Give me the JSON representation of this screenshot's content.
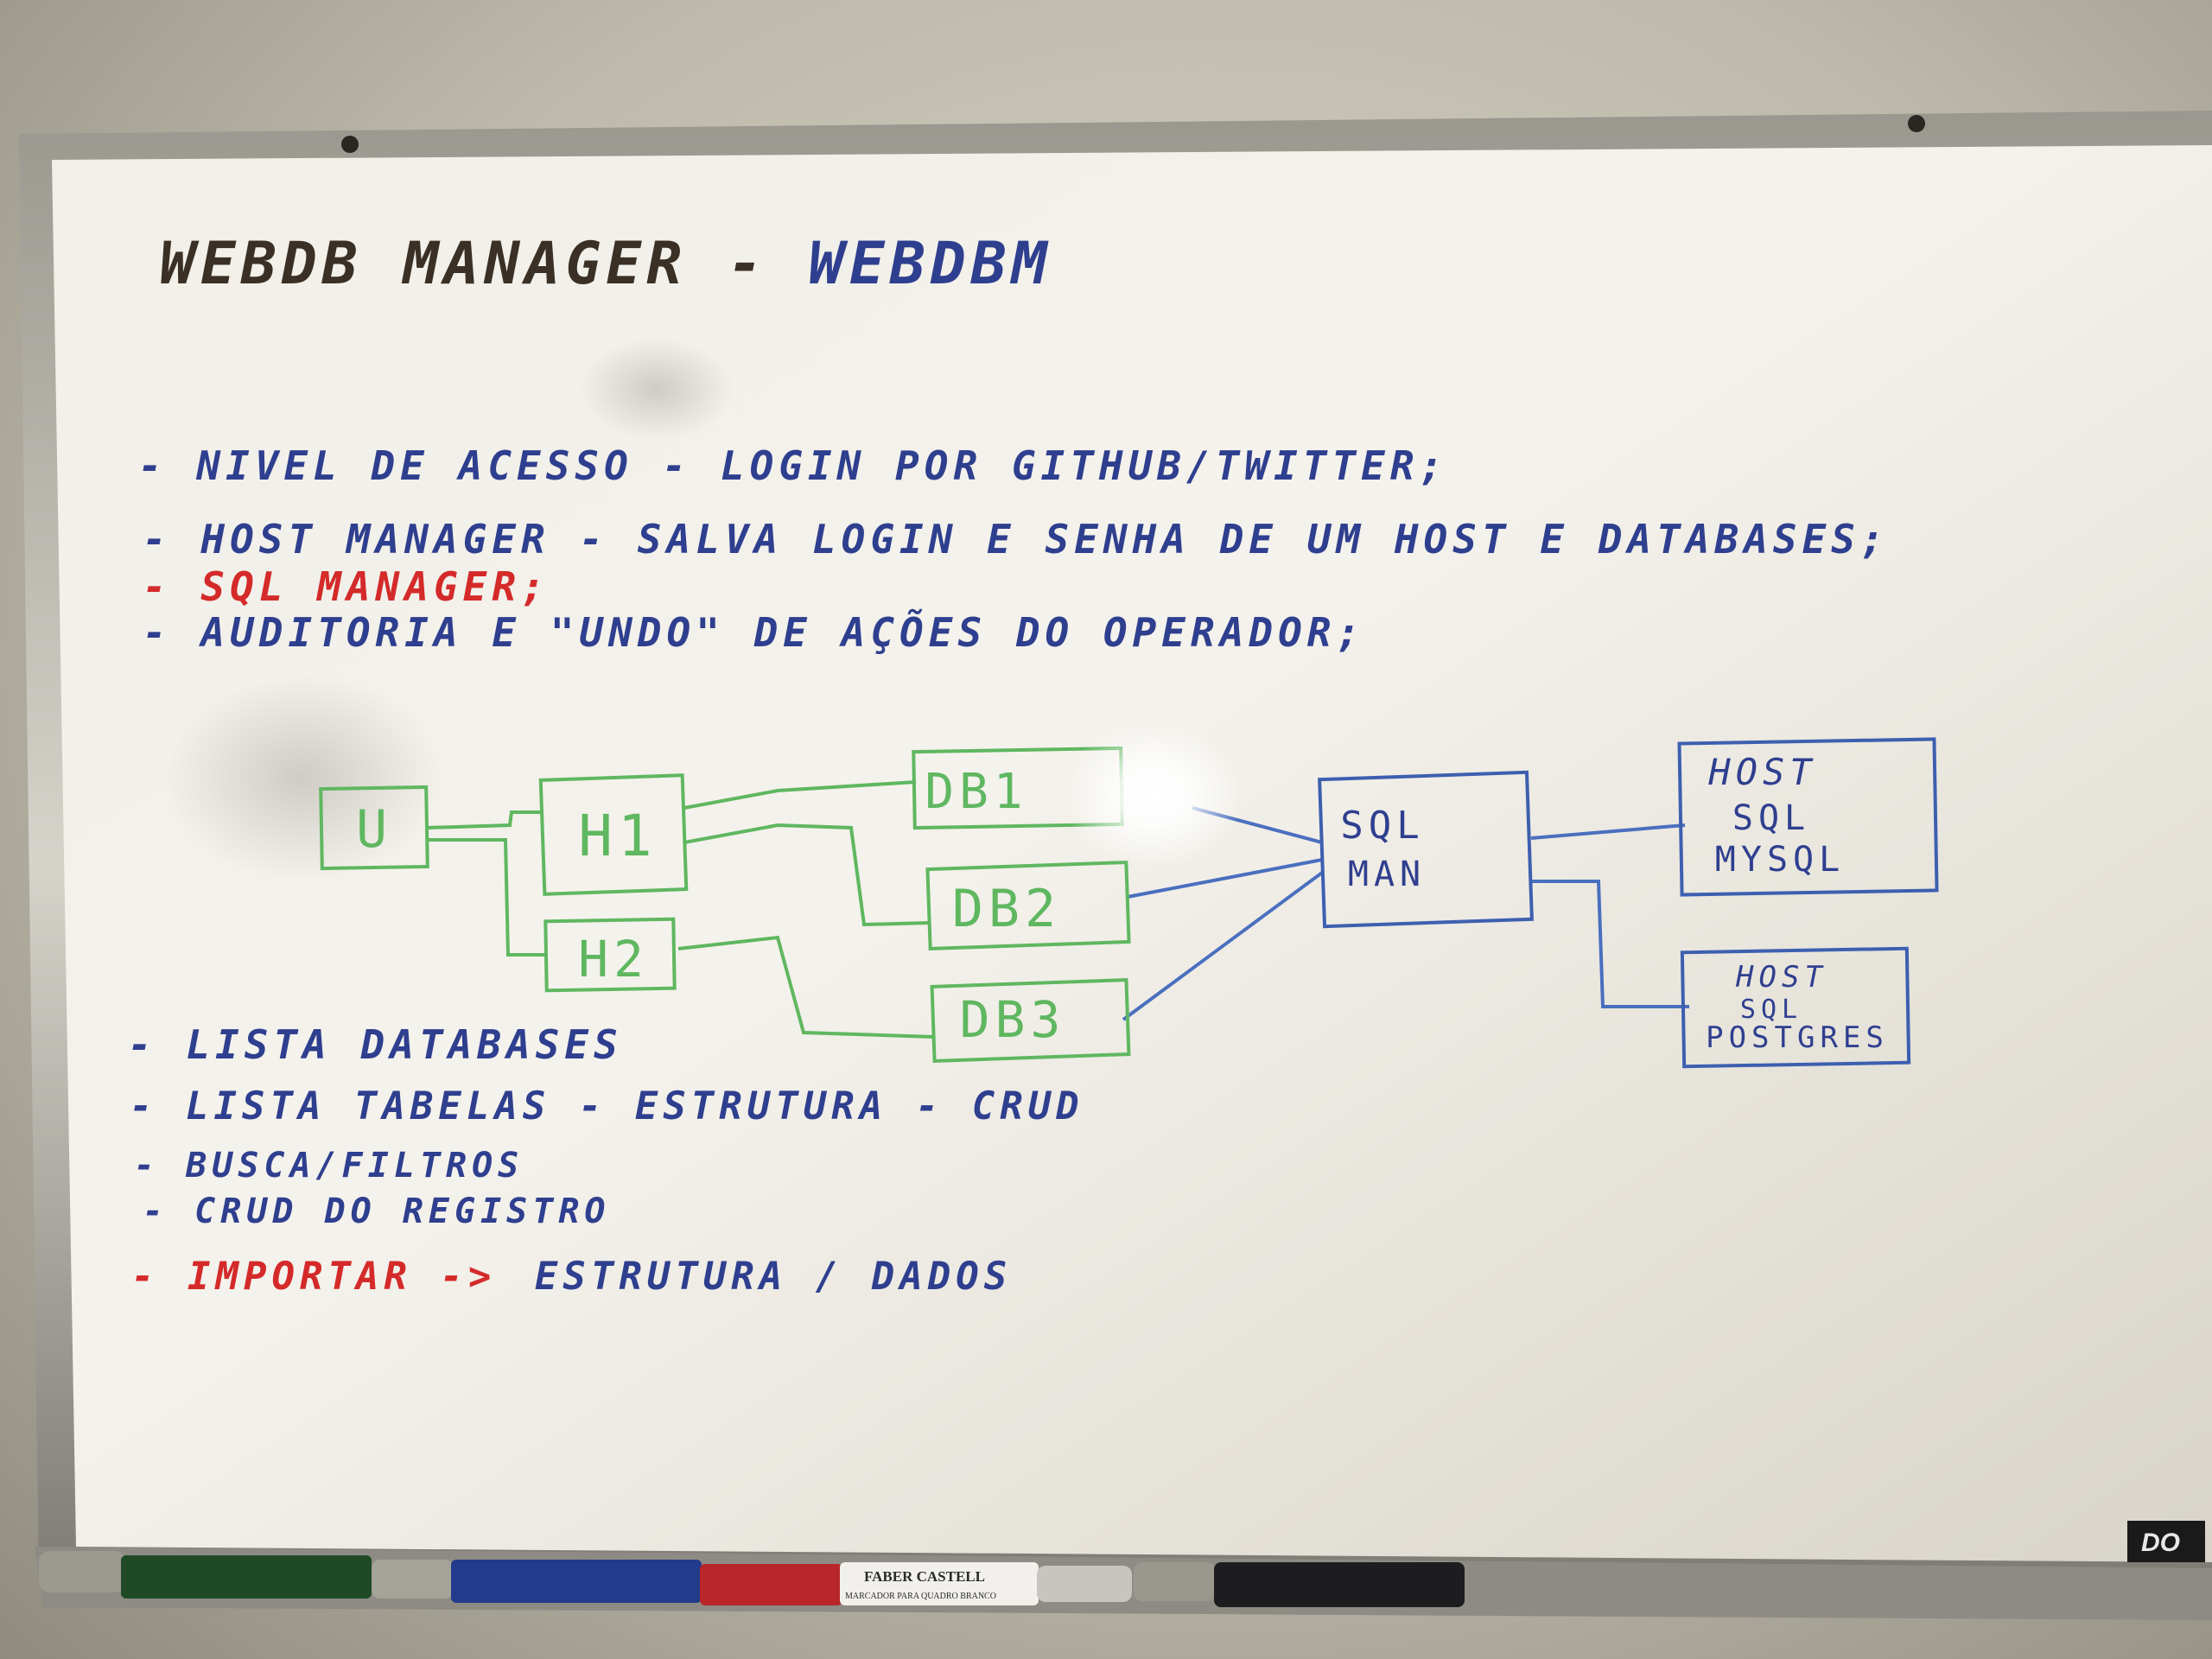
{
  "title": {
    "part1": "WEBDB MANAGER - ",
    "part2": "WEBDBM"
  },
  "features": [
    "- NIVEL DE ACESSO - LOGIN POR GITHUB/TWITTER;",
    "- HOST MANAGER - SALVA LOGIN E SENHA DE UM HOST E DATABASES;",
    "- SQL MANAGER;",
    "- AUDITORIA E \"UNDO\" DE AÇÕES DO OPERADOR;"
  ],
  "diagram": {
    "user": "U",
    "h1": "H1",
    "h2": "H2",
    "db1": "DB1",
    "db2": "DB2",
    "db3": "DB3",
    "sql_line1": "SQL",
    "sql_line2": "MAN",
    "host_mysql": [
      "HOST",
      "SQL",
      "MYSQL"
    ],
    "host_postgres": [
      "HOST",
      "SQL",
      "POSTGRES"
    ]
  },
  "tasks": [
    "- LISTA DATABASES",
    "- LISTA TABELAS - ESTRUTURA - CRUD",
    "- BUSCA/FILTROS",
    "- CRUD DO REGISTRO"
  ],
  "import_task": {
    "red": "- IMPORTAR ->",
    "blue": "ESTRUTURA / DADOS"
  },
  "tray": {
    "marker_brand": "FABER CASTELL",
    "marker_sub": "MARCADOR PARA QUADRO BRANCO",
    "board_logo": "DO"
  },
  "colors": {
    "blue_ink": "#2f3f8f",
    "red_ink": "#d42a2a",
    "green_ink": "#5fb760",
    "black_ink": "#3a3025"
  }
}
